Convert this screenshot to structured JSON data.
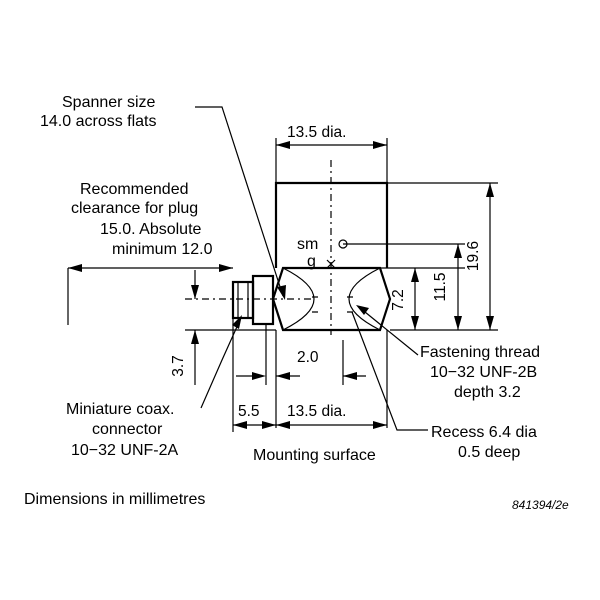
{
  "labels": {
    "spanner_line1": "Spanner size",
    "spanner_line2": "14.0 across flats",
    "clearance_line1": "Recommended",
    "clearance_line2": "clearance for plug",
    "clearance_line3": "15.0. Absolute",
    "clearance_line4": "minimum 12.0",
    "sm": "sm",
    "g": "g",
    "fastening_line1": "Fastening thread",
    "fastening_line2": "10−32 UNF-2B",
    "fastening_line3": "depth 3.2",
    "recess_line1": "Recess 6.4 dia",
    "recess_line2": "0.5 deep",
    "coax_line1": "Miniature coax.",
    "coax_line2": "connector",
    "coax_line3": "10−32 UNF-2A",
    "mounting_surface": "Mounting surface",
    "footer_units": "Dimensions in millimetres",
    "footer_code": "841394/2e"
  },
  "dimensions": {
    "top_diameter": "13.5 dia.",
    "bottom_diameter": "13.5 dia.",
    "height_total": "19.6",
    "height_hex": "11.5",
    "height_center": "7.2",
    "connector_offset": "3.7",
    "recess_offset": "2.0",
    "connector_length": "5.5"
  }
}
